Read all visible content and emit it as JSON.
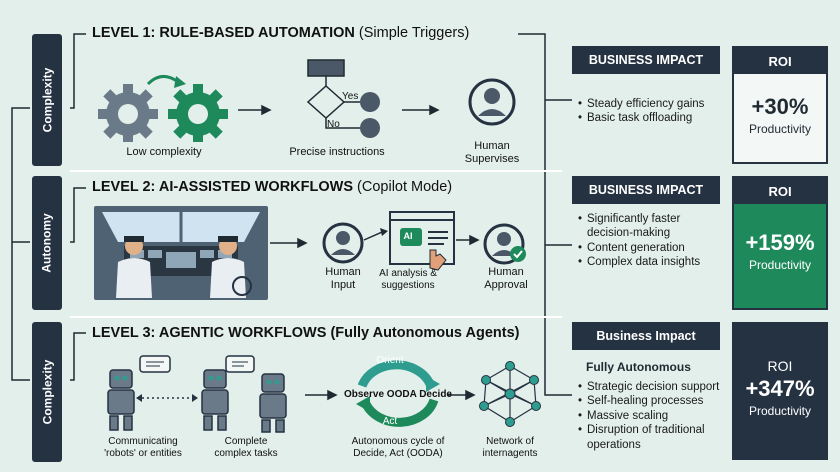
{
  "side_tabs": [
    "Complexity",
    "Autonomy",
    "Complexity"
  ],
  "level1": {
    "title": "LEVEL 1: RULE-BASED AUTOMATION",
    "subtitle": "(Simple Triggers)",
    "captions": [
      "Low complexity",
      "Precise instructions",
      "Human Supervises"
    ],
    "flow_yes": "Yes",
    "flow_no": "No",
    "impact_title": "BUSINESS IMPACT",
    "impact_items": [
      "Steady efficiency gains",
      "Basic task offloading"
    ],
    "roi_title": "ROI",
    "roi_value": "+30%",
    "roi_label": "Productivity"
  },
  "level2": {
    "title": "LEVEL 2: AI-ASSISTED WORKFLOWS",
    "subtitle": "(Copilot Mode)",
    "captions": [
      "Human Input",
      "AI analysis & suggestions",
      "Human Approval"
    ],
    "ai_badge": "AI",
    "impact_title": "BUSINESS IMPACT",
    "impact_items": [
      "Significantly faster decision-making",
      "Content generation",
      "Complex data insights"
    ],
    "roi_title": "ROI",
    "roi_value": "+159%",
    "roi_label": "Productivity"
  },
  "level3": {
    "title": "LEVEL 3: AGENTIC WORKFLOWS (Fully Autonomous Agents)",
    "captions": [
      "Communicating 'robots' or entities",
      "Complete complex tasks",
      "Autonomous cycle of Decide, Act (OODA)",
      "Network of internagents"
    ],
    "ooda_center": "Observe OODA Decide",
    "ooda_orient": "Orient",
    "ooda_act": "Act",
    "impact_title": "Business Impact",
    "impact_heading": "Fully Autonomous",
    "impact_items": [
      "Strategic decision support",
      "Self-healing processes",
      "Massive scaling",
      "Disruption of traditional operations"
    ],
    "roi_title": "ROI",
    "roi_value": "+347%",
    "roi_label": "Productivity"
  },
  "colors": {
    "navy": "#253242",
    "green": "#1e8a5c",
    "teal": "#2e9d8f",
    "bg": "#e3efea"
  }
}
